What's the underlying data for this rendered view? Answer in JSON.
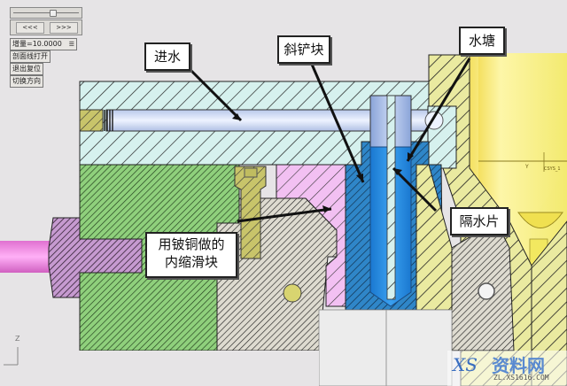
{
  "panel": {
    "slider": {
      "value_position": 0.55
    },
    "prev_label": "<<<",
    "next_label": ">>>",
    "increment": "增量=10.0000",
    "buttons": [
      "剖面线打开",
      "退出复位",
      "切换方向"
    ]
  },
  "callouts": {
    "water_inlet": "进水",
    "wedge_block": "斜铲块",
    "water_channel": "水塘",
    "baffle": "隔水片",
    "slider_line1": "用铍铜做的",
    "slider_line2": "内缩滑块"
  },
  "axis": {
    "label": "Z"
  },
  "cad_label": {
    "y": "Y",
    "text": "CSYS_1"
  },
  "watermark": {
    "logo": "XS",
    "title": "资料网",
    "url": "ZL.XS1616.COM"
  },
  "colors": {
    "plate_cyan": "#d4f0ec",
    "slider_green": "#8ccf7a",
    "wedge_blue": "#2a7cc0",
    "water_blue": "#1e8ae0",
    "pink": "#f0b8f0",
    "yellow_part": "#e8e89a",
    "gray_hatch": "#d8d6cc",
    "nozzle_yellow": "#f2e860"
  }
}
